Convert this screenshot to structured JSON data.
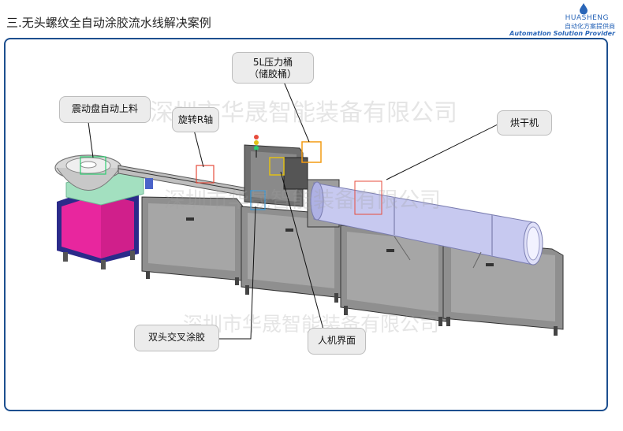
{
  "header": {
    "title": "三.无头螺纹全自动涂胶流水线解决案例",
    "logo_brand": "HUASHENG",
    "logo_cn": "自动化方案提供商",
    "logo_en": "Automation Solution Provider",
    "logo_color": "#2a66b8"
  },
  "callouts": {
    "pressure_tank": "5L压力桶\n（储胶桶）",
    "vibration_bowl": "震动盘自动上料",
    "rotary_axis": "旋转R轴",
    "dryer": "烘干机",
    "cross_glue": "双头交叉涂胶",
    "hmi": "人机界面"
  },
  "watermark": "深圳市华晟智能装备有限公司",
  "colors": {
    "frame": "#1d4f8f",
    "bowl_base": "#e8269e",
    "bowl_frame": "#2b2b8a",
    "stand": "#a3e0c0",
    "cabinet": "#9a9a9a",
    "dryer": "#c7c9f0",
    "marker_orange": "#f39c12",
    "marker_yellow": "#e1c016",
    "marker_red": "#e74c3c",
    "marker_green": "#2ecc71",
    "marker_blue": "#3498db"
  }
}
